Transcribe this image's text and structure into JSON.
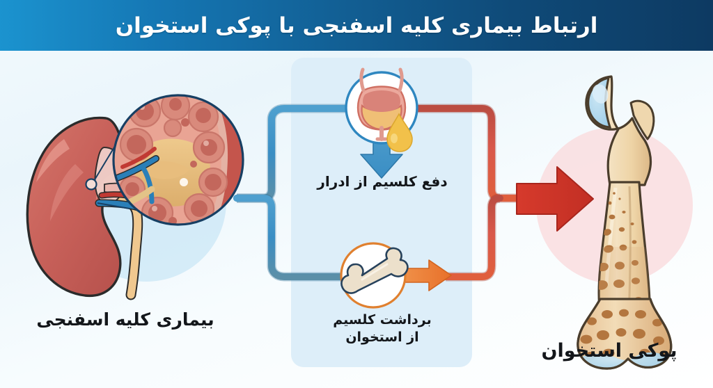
{
  "header": {
    "title": "ارتباط بیماری کلیه اسفنجی با پوکی استخوان",
    "gradient_from": "#1b93cf",
    "gradient_to": "#0d3a62",
    "text_color": "#ffffff"
  },
  "background": {
    "page_color": "#f4fafd",
    "center_panel_color": "#ddeef9",
    "kidney_circle_color": "#cfe9f7",
    "bone_circle_color": "#f9dfe1"
  },
  "left_section": {
    "label": "بیماری کلیه اسفنجی",
    "illustration": "kidney-with-magnified-inset",
    "kidney_color": "#c9655c",
    "inset_border_color": "#173f63",
    "inset_cyst_color": "#e09a8e",
    "inset_medulla_color": "#e6bc7f"
  },
  "flow": {
    "urine_node": {
      "icon": "bladder-icon",
      "droplet_color": "#f2c14a",
      "circle_border_color": "#2f87c0",
      "label": "دفع کلسیم از ادرار",
      "arrow_color": "#3a8fc4",
      "arrow_direction": "down"
    },
    "bone_node": {
      "icon": "bone-icon",
      "circle_border_color": "#e0802f",
      "label": "برداشت کلسیم\nاز استخوان",
      "arrow_color": "#e8772e",
      "arrow_direction": "right"
    },
    "left_bracket_color": "#3a8fc4",
    "right_bracket_color": "#cf4433",
    "main_arrow_color": "#d5342a",
    "main_arrow_direction": "right"
  },
  "right_section": {
    "label": "پوکی استخوان",
    "illustration": "porous-femur-bone",
    "bone_color": "#eed5a8",
    "cartilage_color": "#a7d3ea",
    "porosity_color": "#b3763f"
  }
}
